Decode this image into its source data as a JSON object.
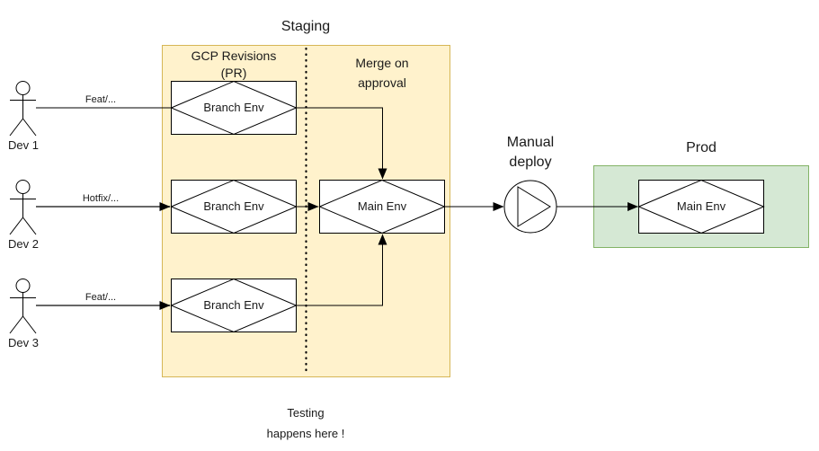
{
  "colors": {
    "staging_fill": "#FFF2CC",
    "staging_stroke": "#D6B656",
    "prod_fill": "#D5E8D4",
    "prod_stroke": "#82B366",
    "node_fill": "#FFFFFF",
    "line": "#000000",
    "dev_arrow": "#676767"
  },
  "titles": {
    "staging": "Staging",
    "prod": "Prod",
    "manual_deploy": "Manual\ndeploy",
    "testing_note": "Testing\nhappens here !"
  },
  "staging_zones": {
    "left_label": "GCP Revisions\n(PR)",
    "right_label": "Merge on\napproval"
  },
  "devs": [
    {
      "name": "Dev 1",
      "branch_label": "Feat/..."
    },
    {
      "name": "Dev 2",
      "branch_label": "Hotfix/..."
    },
    {
      "name": "Dev 3",
      "branch_label": "Feat/..."
    }
  ],
  "nodes": {
    "branch_env_1": "Branch Env",
    "branch_env_2": "Branch Env",
    "branch_env_3": "Branch Env",
    "staging_main_env": "Main Env",
    "prod_main_env": "Main Env"
  }
}
